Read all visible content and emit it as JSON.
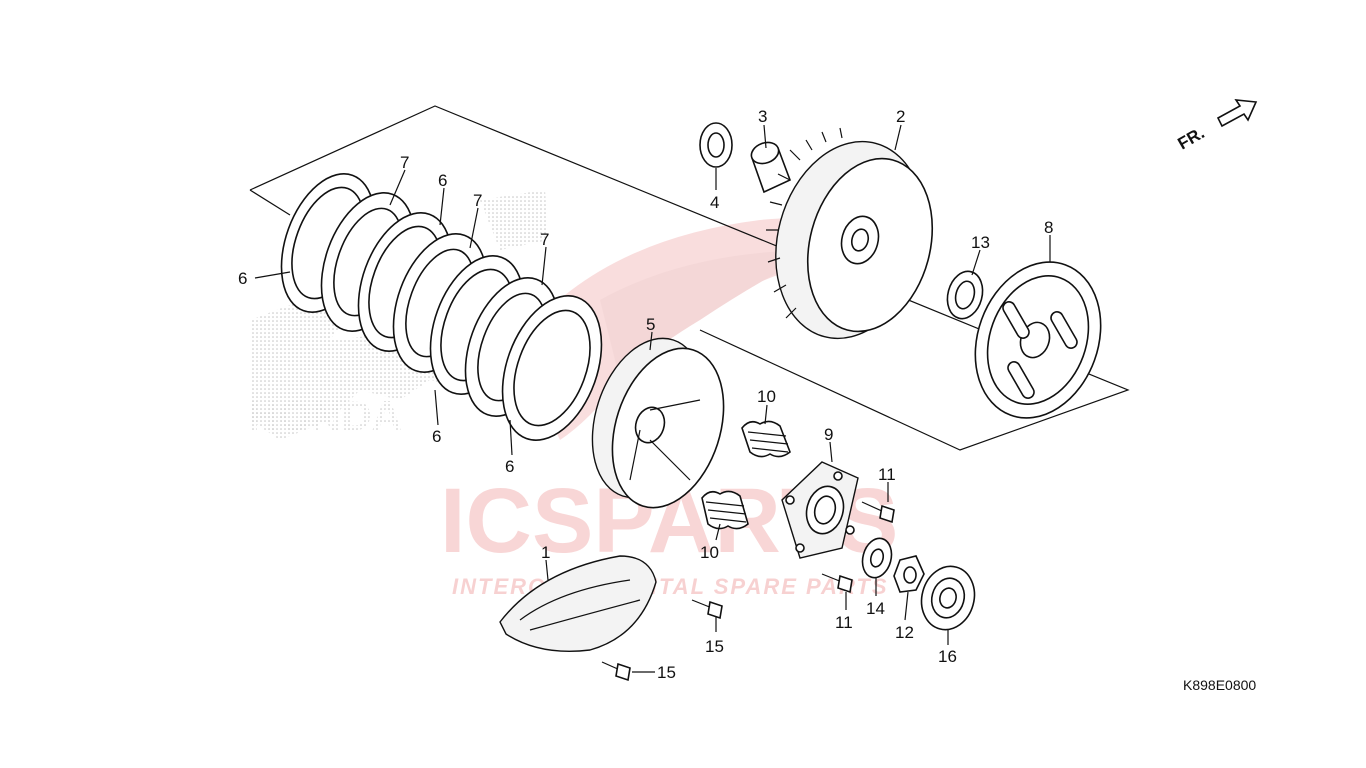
{
  "diagram": {
    "code": "K898E0800",
    "direction_label": "FR.",
    "callouts": [
      {
        "id": "c1",
        "text": "1"
      },
      {
        "id": "c2",
        "text": "2"
      },
      {
        "id": "c3",
        "text": "3"
      },
      {
        "id": "c4",
        "text": "4"
      },
      {
        "id": "c5",
        "text": "5"
      },
      {
        "id": "c6a",
        "text": "6"
      },
      {
        "id": "c6b",
        "text": "6"
      },
      {
        "id": "c6c",
        "text": "6"
      },
      {
        "id": "c6d",
        "text": "6"
      },
      {
        "id": "c7a",
        "text": "7"
      },
      {
        "id": "c7b",
        "text": "7"
      },
      {
        "id": "c7c",
        "text": "7"
      },
      {
        "id": "c8",
        "text": "8"
      },
      {
        "id": "c9",
        "text": "9"
      },
      {
        "id": "c10a",
        "text": "10"
      },
      {
        "id": "c10b",
        "text": "10"
      },
      {
        "id": "c11a",
        "text": "11"
      },
      {
        "id": "c11b",
        "text": "11"
      },
      {
        "id": "c12",
        "text": "12"
      },
      {
        "id": "c13",
        "text": "13"
      },
      {
        "id": "c14",
        "text": "14"
      },
      {
        "id": "c15a",
        "text": "15"
      },
      {
        "id": "c15b",
        "text": "15"
      },
      {
        "id": "c16",
        "text": "16"
      }
    ]
  },
  "watermark": {
    "brand": "ICSPARTS",
    "tagline": "INTERCONTINENTAL SPARE PARTS",
    "logo_text": "HONDA",
    "brand_color": "#e04a4a",
    "tagline_color": "#ef9a9a"
  }
}
